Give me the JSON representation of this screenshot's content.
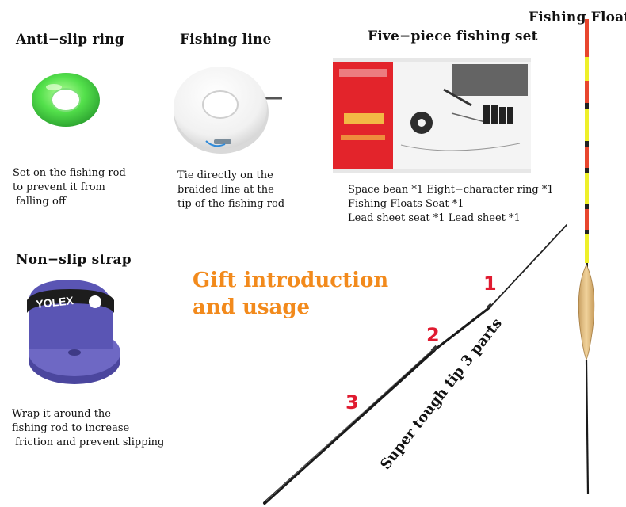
{
  "colors": {
    "gift_title": "#f28a1c",
    "tip_numbers": "#e01b30",
    "ring_green": "#4fe34a",
    "strap_purple": "#5a55b4",
    "float_red": "#e8462e",
    "float_yellow": "#eef02a",
    "float_body": "#e9c48a"
  },
  "items": {
    "anti_slip_ring": {
      "title": "Anti−slip ring",
      "desc": "Set on the fishing rod\nto prevent it from\n falling off"
    },
    "fishing_line": {
      "title": "Fishing line",
      "desc": "Tie directly on the\nbraided line at the\ntip of the fishing rod"
    },
    "five_piece_set": {
      "title": "Five−piece fishing set",
      "desc": "Space bean *1 Eight−character ring *1\nFishing Floats Seat *1\nLead sheet seat *1 Lead sheet *1"
    },
    "non_slip_strap": {
      "title": "Non−slip strap",
      "desc": "Wrap it around the\nfishing rod to increase\n friction and prevent slipping"
    },
    "fishing_float": {
      "title": "Fishing Float"
    }
  },
  "gift_intro": {
    "line1": "Gift introduction",
    "line2": "and usage"
  },
  "rod_tip": {
    "label": "Super tough tip 3 parts",
    "numbers": [
      "1",
      "2",
      "3"
    ]
  }
}
